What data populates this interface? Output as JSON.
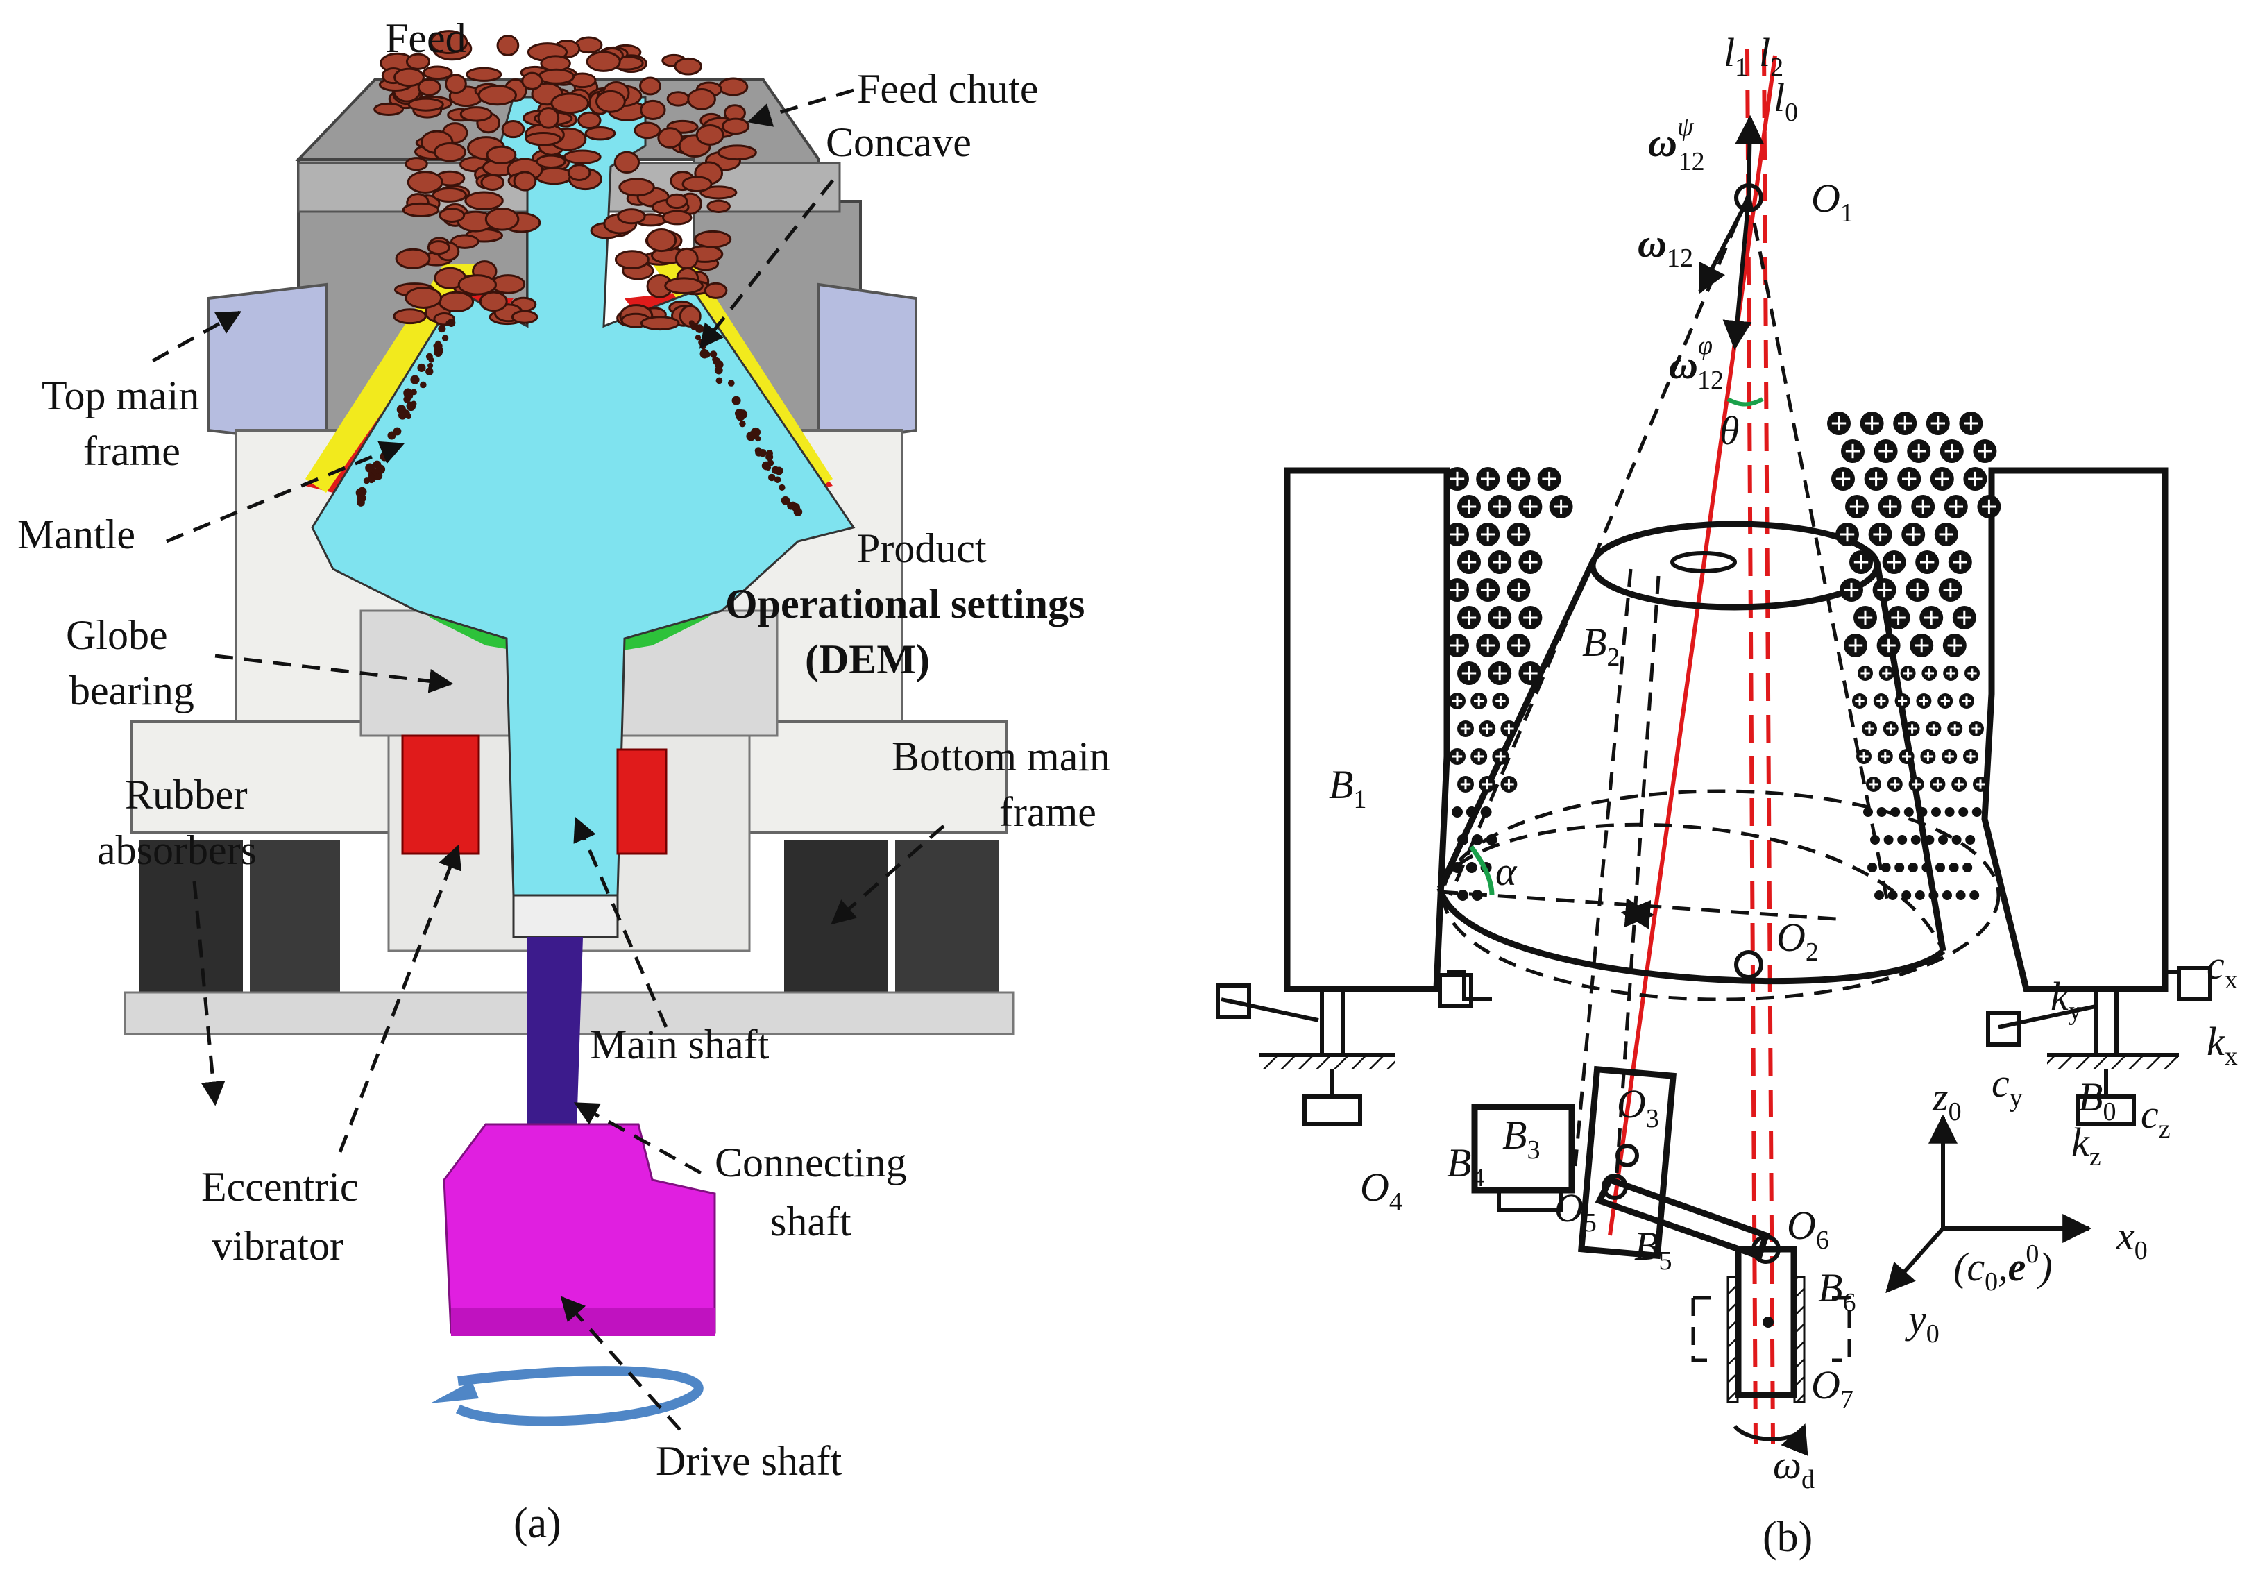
{
  "panel_a": {
    "caption": "(a)",
    "labels": {
      "feed": "Feed",
      "feed_chute": "Feed chute",
      "concave": "Concave",
      "top_main_frame_1": "Top main",
      "top_main_frame_2": "frame",
      "mantle": "Mantle",
      "product": "Product",
      "operational_1": "Operational settings",
      "operational_2": "(DEM)",
      "globe_1": "Globe",
      "globe_2": "bearing",
      "bottom_frame_1": "Bottom main",
      "bottom_frame_2": "frame",
      "rubber_1": "Rubber",
      "rubber_2": "absorbers",
      "main_shaft": "Main shaft",
      "eccentric_1": "Eccentric",
      "eccentric_2": "vibrator",
      "connecting_1": "Connecting",
      "connecting_2": "shaft",
      "drive_shaft": "Drive shaft"
    },
    "colors": {
      "feed_particles": "#a5422e",
      "shaft": "#7fe3ef",
      "mantle": "#e01b1b",
      "concave": "#f2ea1d",
      "frame_grey": "#9a9a9a",
      "top_frame_blue": "#b6bde0",
      "support_green": "#2dc23a",
      "absorbers": "#2d2d2d",
      "connecting_shaft": "#3c1b8c",
      "drive_head": "#e01fe0",
      "rotation_arrow": "#4f86c6"
    }
  },
  "panel_b": {
    "caption": "(b)",
    "symbols": {
      "l1": "l",
      "l1_sub": "1",
      "l2": "l",
      "l2_sub": "2",
      "l0": "l",
      "l0_sub": "0",
      "omega_psi": "ω",
      "omega_psi_sup": "ψ",
      "omega_psi_sub": "12",
      "omega12": "ω",
      "omega12_sub": "12",
      "omega_phi": "ω",
      "omega_phi_sup": "φ",
      "omega_phi_sub": "12",
      "theta": "θ",
      "alpha": "α",
      "O1": "O",
      "O1_sub": "1",
      "O2": "O",
      "O2_sub": "2",
      "O3": "O",
      "O3_sub": "3",
      "O4": "O",
      "O4_sub": "4",
      "O5": "O",
      "O5_sub": "5",
      "O6": "O",
      "O6_sub": "6",
      "O7": "O",
      "O7_sub": "7",
      "B0": "B",
      "B0_sub": "0",
      "B1": "B",
      "B1_sub": "1",
      "B2": "B",
      "B2_sub": "2",
      "B3": "B",
      "B3_sub": "3",
      "B4": "B",
      "B4_sub": "4",
      "B5": "B",
      "B5_sub": "5",
      "B6": "B",
      "B6_sub": "6",
      "cx": "c",
      "cx_sub": "x",
      "cy": "c",
      "cy_sub": "y",
      "cz": "c",
      "cz_sub": "z",
      "kx": "k",
      "kx_sub": "x",
      "ky": "k",
      "ky_sub": "y",
      "kz": "k",
      "kz_sub": "z",
      "x0": "x",
      "x0_sub": "0",
      "y0": "y",
      "y0_sub": "0",
      "z0": "z",
      "z0_sub": "0",
      "omega_d": "ω",
      "omega_d_sub": "d",
      "frame_label": "(c",
      "frame_label_sub": "0",
      "frame_label_mid": ",",
      "frame_label_e": "e",
      "frame_label_sup": "0",
      "frame_label_end": ")"
    },
    "colors": {
      "axis_lines": "#e0191b",
      "angle_marks": "#1aa04a"
    }
  }
}
